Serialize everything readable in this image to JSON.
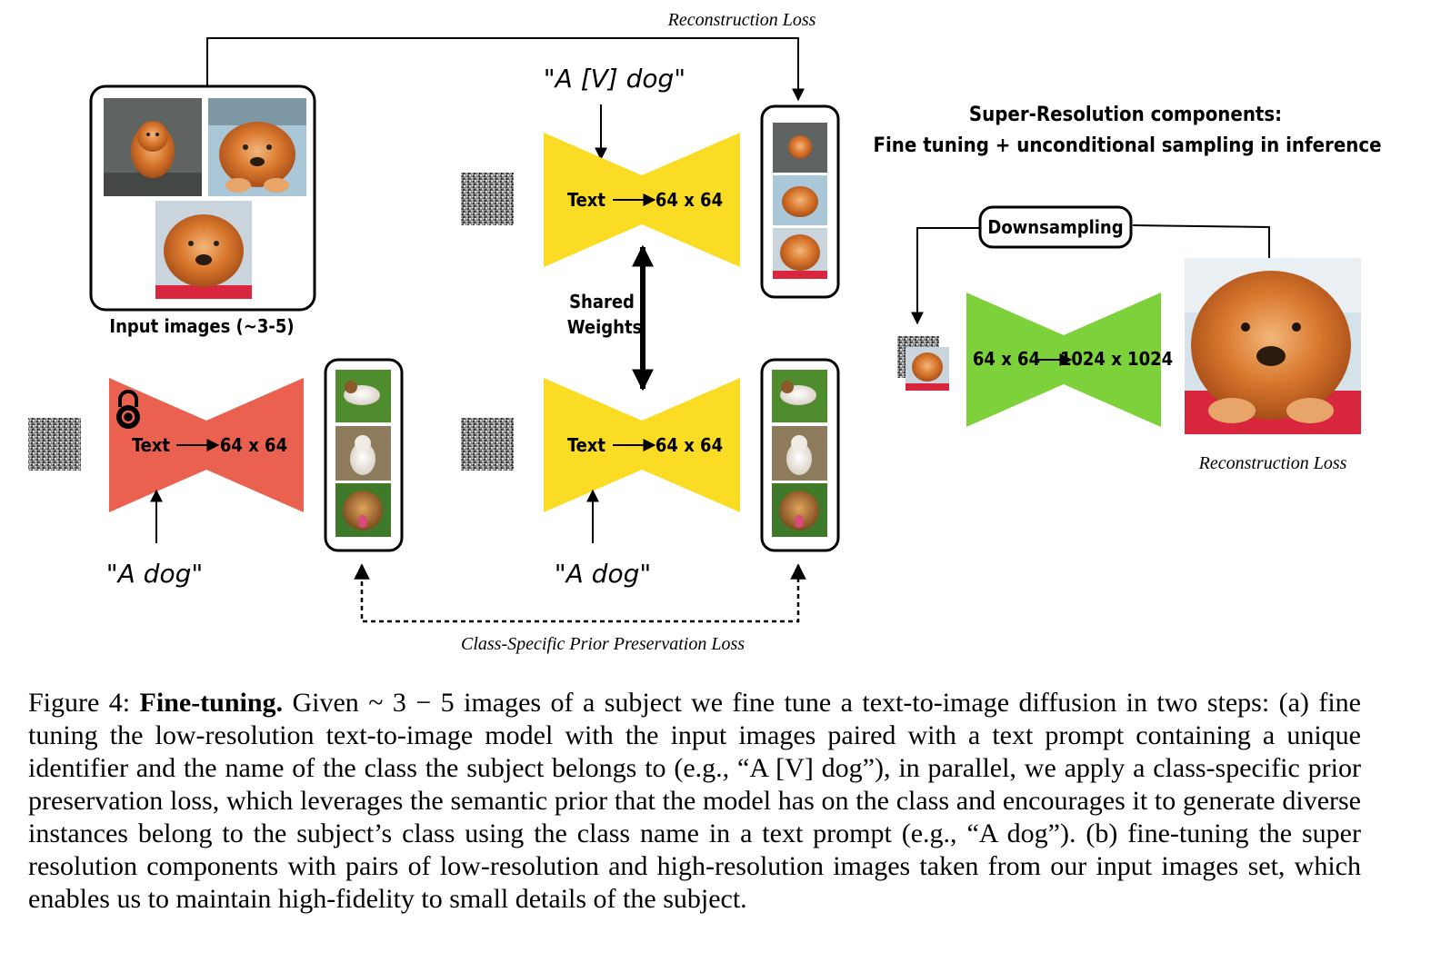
{
  "figure": {
    "top_loss_label": "Reconstruction Loss",
    "vdog_prompt": "\"A [V] dog\"",
    "input_images_label": "Input images (~3-5)",
    "shared_weights": [
      "Shared",
      "Weights"
    ],
    "frozen_text": "Text",
    "frozen_res": "64 x 64",
    "top_text": "Text",
    "top_res": "64 x 64",
    "bottom_text": "Text",
    "bottom_res": "64 x 64",
    "dog_prompt_left": "\"A dog\"",
    "dog_prompt_mid": "\"A dog\"",
    "prior_loss_label": "Class-Specific Prior Preservation Loss",
    "sr_heading": [
      "Super-Resolution components:",
      "Fine tuning + unconditional sampling in inference"
    ],
    "downsampling": "Downsampling",
    "sr_in_res": "64 x 64",
    "sr_out_res": "1024 x 1024",
    "sr_loss_label": "Reconstruction Loss",
    "colors": {
      "frozen_model": "#ea6150",
      "trainable_model": "#fbdc24",
      "sr_model": "#7dd23c",
      "noise": "#8a8a8a"
    },
    "icons": [
      "lock-icon",
      "dog-photo",
      "noise-image",
      "arrow"
    ]
  },
  "caption": {
    "prefix": "Figure 4: ",
    "bold": "Fine-tuning.",
    "body": " Given ~ 3 − 5 images of a subject we fine tune a text-to-image diffusion in two steps: (a) fine tuning the low-resolution text-to-image model with the input images paired with a text prompt containing a unique identifier and the name of the class the subject belongs to (e.g., “A [V] dog”), in parallel, we apply a class-specific prior preservation loss, which leverages the semantic prior that the model has on the class and encourages it to generate diverse instances belong to the subject’s class using the class name in a text prompt (e.g., “A dog”). (b) fine-tuning the super resolution components with pairs of low-resolution and high-resolution images taken from our input images set, which enables us to maintain high-fidelity to small details of the subject."
  }
}
